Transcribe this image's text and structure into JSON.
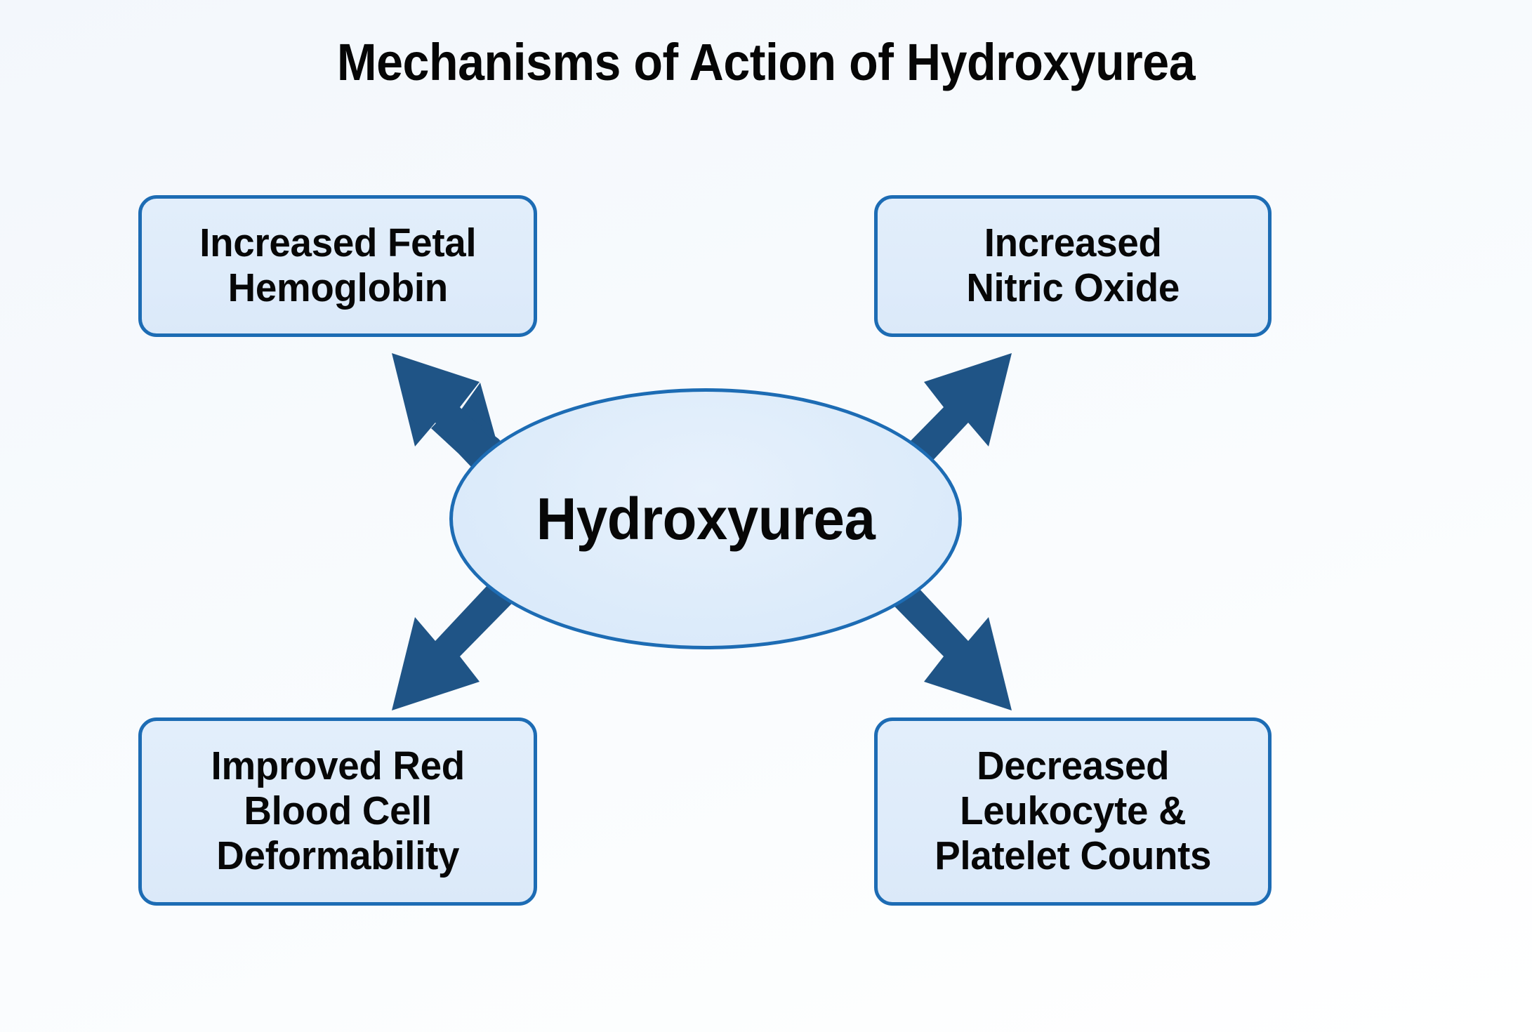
{
  "title": "Mechanisms of Action of Hydroxyurea",
  "center": {
    "label": "Hydroxyurea",
    "shape": "ellipse"
  },
  "nodes": [
    {
      "id": "fetal-hemoglobin",
      "lines": [
        "Increased Fetal",
        "Hemoglobin"
      ],
      "text": "Increased Fetal Hemoglobin",
      "position": "top-left"
    },
    {
      "id": "nitric-oxide",
      "lines": [
        "Increased",
        "Nitric Oxide"
      ],
      "text": "Increased Nitric Oxide",
      "position": "top-right"
    },
    {
      "id": "rbc-deformability",
      "lines": [
        "Improved Red",
        "Blood Cell",
        "Deformability"
      ],
      "text": "Improved Red Blood Cell Deformability",
      "position": "bottom-left"
    },
    {
      "id": "leukocyte-platelet",
      "lines": [
        "Decreased",
        "Leukocyte &",
        "Platelet Counts"
      ],
      "text": "Decreased Leukocyte & Platelet Counts",
      "position": "bottom-right"
    }
  ],
  "arrows": [
    {
      "id": "arrow-to-fetal-hemoglobin",
      "from": "Hydroxyurea",
      "to": "Increased Fetal Hemoglobin",
      "direction": "up-left"
    },
    {
      "id": "arrow-to-nitric-oxide",
      "from": "Hydroxyurea",
      "to": "Increased Nitric Oxide",
      "direction": "up-right"
    },
    {
      "id": "arrow-to-rbc-deformability",
      "from": "Hydroxyurea",
      "to": "Improved Red Blood Cell Deformability",
      "direction": "down-left"
    },
    {
      "id": "arrow-to-leukocyte-platelet",
      "from": "Hydroxyurea",
      "to": "Decreased Leukocyte & Platelet Counts",
      "direction": "down-right"
    }
  ],
  "colors": {
    "background": "#f5f9fd",
    "box_fill": "#dfecfa",
    "box_border": "#1d6cb4",
    "ellipse_fill": "#dcebfa",
    "ellipse_border": "#1d6cb4",
    "arrow": "#1f5486",
    "text": "#070707"
  }
}
